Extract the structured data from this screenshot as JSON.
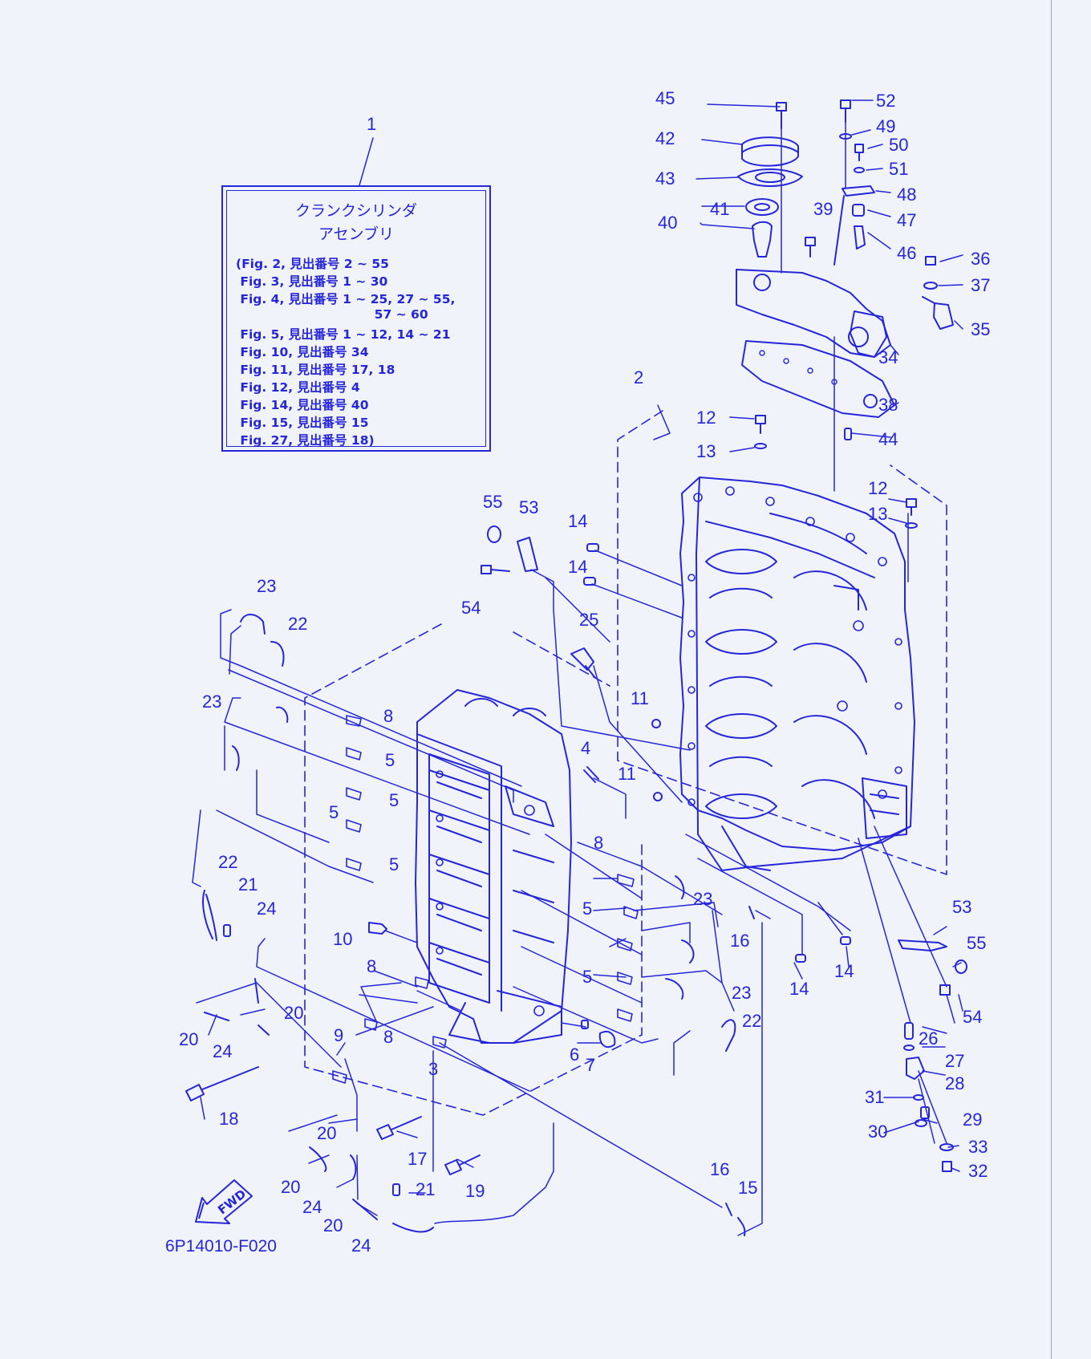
{
  "colors": {
    "ink": "#2626d9",
    "paper": "#f1f3fb"
  },
  "legend": {
    "title_line1": "クランクシリンダ",
    "title_line2": "アセンブリ",
    "lines": [
      "(Fig. 2, 見出番号 2 ~ 55",
      " Fig. 3, 見出番号 1 ~ 30",
      " Fig. 4, 見出番号 1 ~ 25, 27 ~ 55,",
      "                                57 ~ 60",
      " Fig. 5, 見出番号 1 ~ 12, 14 ~ 21",
      " Fig. 10, 見出番号 34",
      " Fig. 11, 見出番号 17, 18",
      " Fig. 12, 見出番号 4",
      " Fig. 14, 見出番号 40",
      " Fig. 15, 見出番号 15",
      " Fig. 27, 見出番号 18)"
    ]
  },
  "fwd_label": "FWD",
  "drawing_number": "6P14010-F020",
  "callouts": [
    "1",
    "2",
    "3",
    "4",
    "5",
    "6",
    "7",
    "8",
    "9",
    "10",
    "11",
    "12",
    "13",
    "14",
    "15",
    "16",
    "17",
    "18",
    "19",
    "20",
    "21",
    "22",
    "23",
    "24",
    "25",
    "26",
    "27",
    "28",
    "29",
    "30",
    "31",
    "32",
    "33",
    "34",
    "35",
    "36",
    "37",
    "38",
    "39",
    "40",
    "41",
    "42",
    "43",
    "44",
    "45",
    "46",
    "47",
    "48",
    "49",
    "50",
    "51",
    "52",
    "53",
    "54",
    "55"
  ]
}
